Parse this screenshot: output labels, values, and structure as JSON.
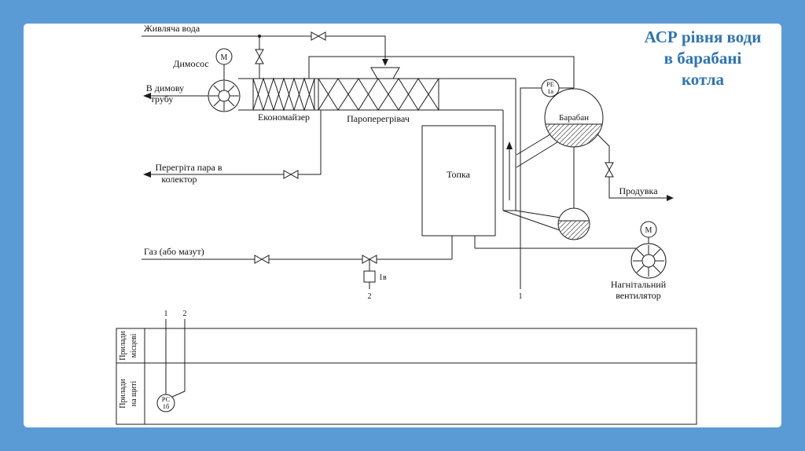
{
  "page": {
    "background": "#5b9bd5",
    "panel": "#ffffff",
    "line_color": "#1c1c1c"
  },
  "title": {
    "lines": [
      "АСР рівня води",
      "в барабані",
      "котла"
    ],
    "color": "#2e74b5"
  },
  "diagram": {
    "feed_water": "Живляча вода",
    "smoke_exhauster": "Димосос",
    "to_chimney_line1": "В димову",
    "to_chimney_line2": "трубу",
    "economizer": "Економайзер",
    "superheater": "Пароперегрівач",
    "steam_line1": "Перегріта пара в",
    "steam_line2": "колектор",
    "furnace": "Топка",
    "drum": "Барабан",
    "blowdown": "Продувка",
    "gas_line": "Газ (або мазут)",
    "fan_line1": "Нагнітальний",
    "fan_line2": "вентилятор",
    "motor_label": "М",
    "level_sensor_type": "РЕ",
    "level_sensor_tag": "1а",
    "actuator_tag": "1в",
    "wire_1": "1",
    "wire_2": "2"
  },
  "table": {
    "row_local_line1": "Прилади",
    "row_local_line2": "місцеві",
    "row_panel_line1": "Прилади",
    "row_panel_line2": "на щиті",
    "controller_type": "РС",
    "controller_tag": "1б",
    "wire_1": "1",
    "wire_2": "2"
  }
}
